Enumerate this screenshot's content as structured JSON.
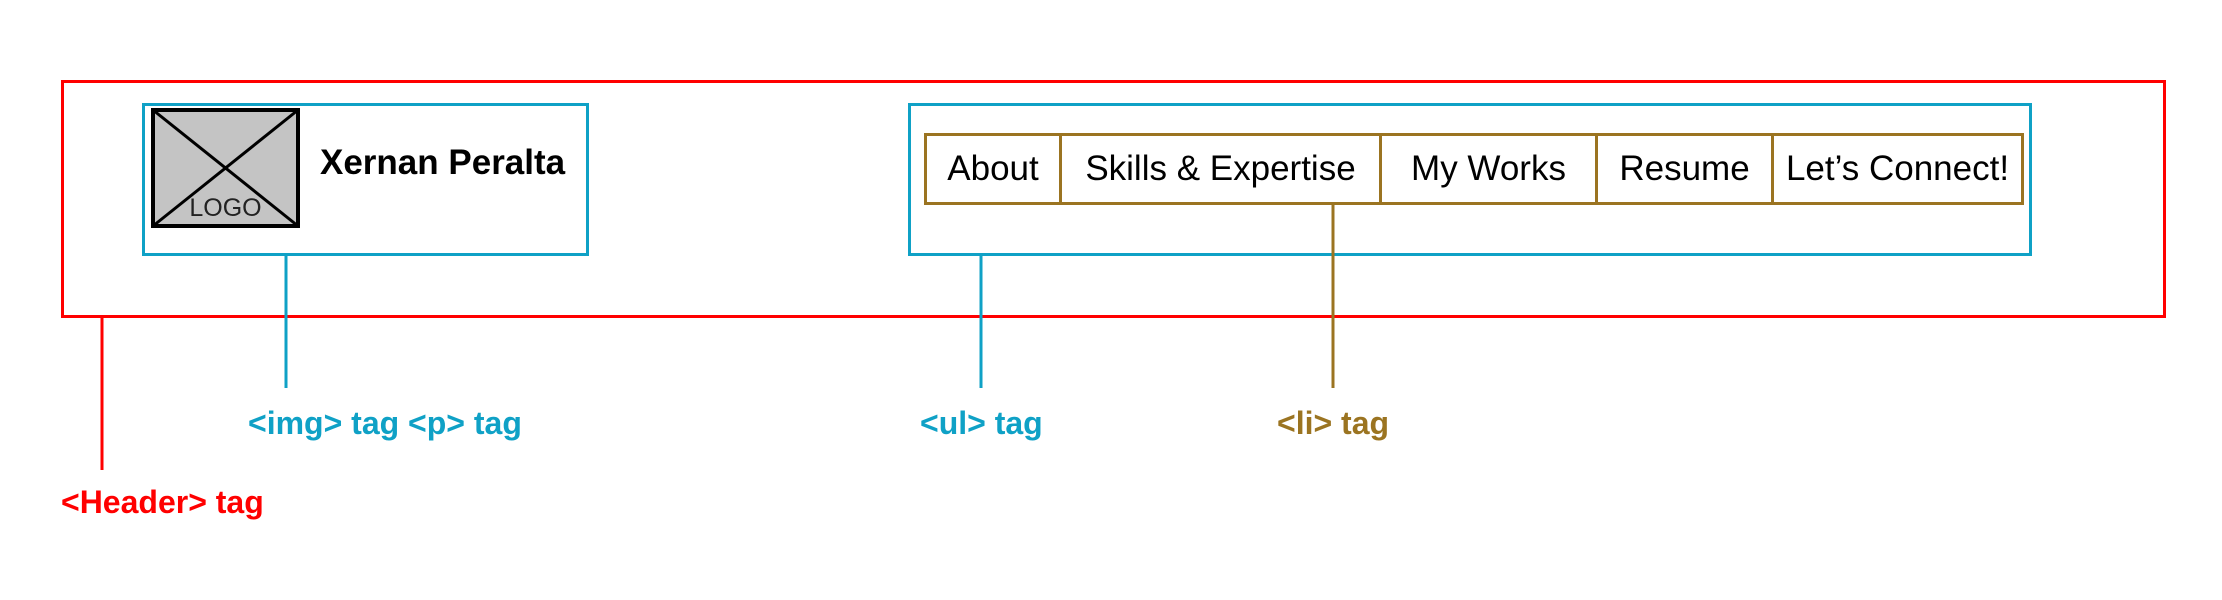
{
  "brand": {
    "logo_label": "LOGO",
    "name": "Xernan Peralta"
  },
  "nav": {
    "items": [
      {
        "label": "About"
      },
      {
        "label": "Skills & Expertise"
      },
      {
        "label": "My Works"
      },
      {
        "label": "Resume"
      },
      {
        "label": "Let’s Connect!"
      }
    ]
  },
  "annotations": {
    "img_p_tag": "<img> tag <p> tag",
    "ul_tag": "<ul> tag",
    "li_tag": "<li> tag",
    "header_tag": "<Header> tag"
  },
  "colors": {
    "header": "#FF0000",
    "container": "#0FA1C6",
    "list_item": "#9B7421",
    "logo_fill": "#C4C4C4"
  }
}
